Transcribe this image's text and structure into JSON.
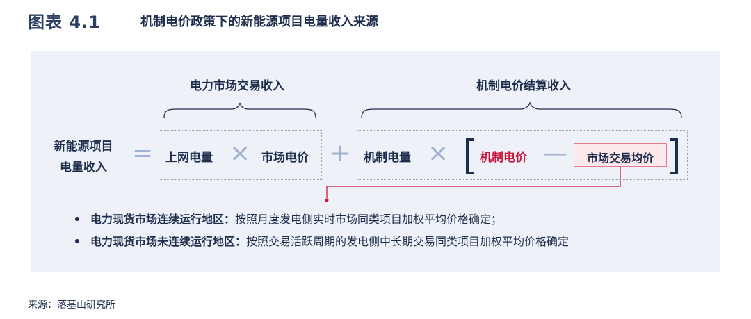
{
  "figure": {
    "label": "图表 4.1",
    "title": "机制电价政策下的新能源项目电量收入来源"
  },
  "diagram": {
    "headings": {
      "market_income": "电力市场交易收入",
      "mechanism_income": "机制电价结算收入"
    },
    "lhs": {
      "line1": "新能源项目",
      "line2": "电量收入"
    },
    "terms": {
      "grid_energy": "上网电量",
      "market_price": "市场电价",
      "mechanism_energy": "机制电量",
      "mechanism_price": "机制电价",
      "market_avg_price": "市场交易均价"
    },
    "operators": {
      "equals": "=",
      "times": "×",
      "plus": "+",
      "minus": "—"
    }
  },
  "bullets": [
    {
      "bold": "电力现货市场连续运行地区：",
      "text": "按照月度发电侧实时市场同类项目加权平均价格确定；"
    },
    {
      "bold": "电力现货市场未连续运行地区：",
      "text": "按照交易活跃周期的发电侧中长期交易同类项目加权平均价格确定"
    }
  ],
  "source": "来源：落基山研究所",
  "colors": {
    "navy": "#1f2d4d",
    "accent_red": "#c8173a",
    "panel_bg": "#eef2f8",
    "operator": "#9fb3d0",
    "highlight_fill": "#fde8ec",
    "highlight_border": "#e67a8e"
  }
}
